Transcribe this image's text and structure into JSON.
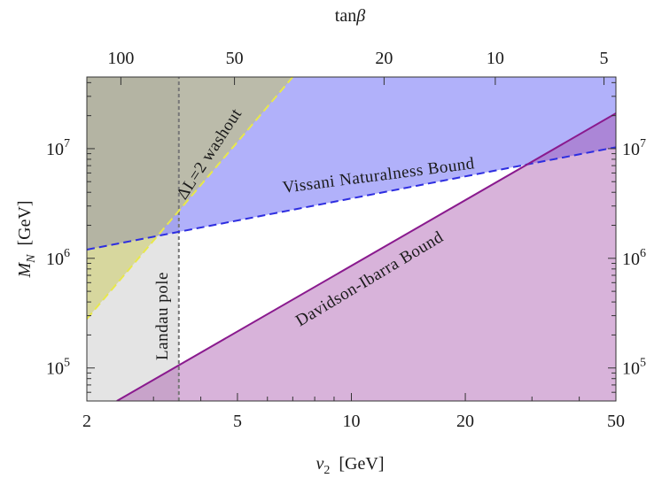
{
  "chart_data": {
    "type": "area",
    "x_scale": "log",
    "y_scale": "log",
    "xlim": [
      2,
      50
    ],
    "ylim": [
      50000,
      45000000
    ],
    "xlabel": "v",
    "xlabel_sub": "2",
    "xlabel_unit": "[GeV]",
    "ylabel": "M",
    "ylabel_sub": "N",
    "ylabel_unit": "[GeV]",
    "x_ticks": [
      {
        "value": 2,
        "label": "2"
      },
      {
        "value": 5,
        "label": "5"
      },
      {
        "value": 10,
        "label": "10"
      },
      {
        "value": 20,
        "label": "20"
      },
      {
        "value": 50,
        "label": "50"
      }
    ],
    "y_ticks": [
      {
        "value": 100000,
        "base": "10",
        "exp": "5"
      },
      {
        "value": 1000000,
        "base": "10",
        "exp": "6"
      },
      {
        "value": 10000000,
        "base": "10",
        "exp": "7"
      }
    ],
    "top_axis": {
      "label": "tan",
      "label_symbol": "β",
      "ticks": [
        {
          "v2": 2.46,
          "label": "100"
        },
        {
          "v2": 4.91,
          "label": "50"
        },
        {
          "v2": 12.2,
          "label": "20"
        },
        {
          "v2": 24.0,
          "label": "10"
        },
        {
          "v2": 46.5,
          "label": "5"
        }
      ]
    },
    "regions": [
      {
        "name": "Landau pole",
        "label": "Landau pole",
        "x_max": 3.5,
        "color": "#e4e4e4"
      },
      {
        "name": "Vissani Naturalness Bound",
        "label": "Vissani Naturalness Bound",
        "line": [
          [
            2,
            1200000
          ],
          [
            50,
            10300000
          ]
        ],
        "color": "#b0b0fa",
        "line_color": "#2d2de0"
      },
      {
        "name": "ΔL=2 washout",
        "label": "ΔL=2 washout",
        "line": [
          [
            2,
            280000
          ],
          [
            7.0,
            45000000
          ]
        ],
        "color": "#ecec9a",
        "line_color": "#e8e84a"
      },
      {
        "name": "Davidson-Ibarra Bound",
        "label": "Davidson-Ibarra Bound",
        "line": [
          [
            2.4,
            50000
          ],
          [
            50,
            21000000
          ]
        ],
        "color": "#d8b1d9",
        "line_color": "#8a1a8e"
      }
    ],
    "landau_line": {
      "x": 3.5,
      "color": "#777777"
    }
  }
}
